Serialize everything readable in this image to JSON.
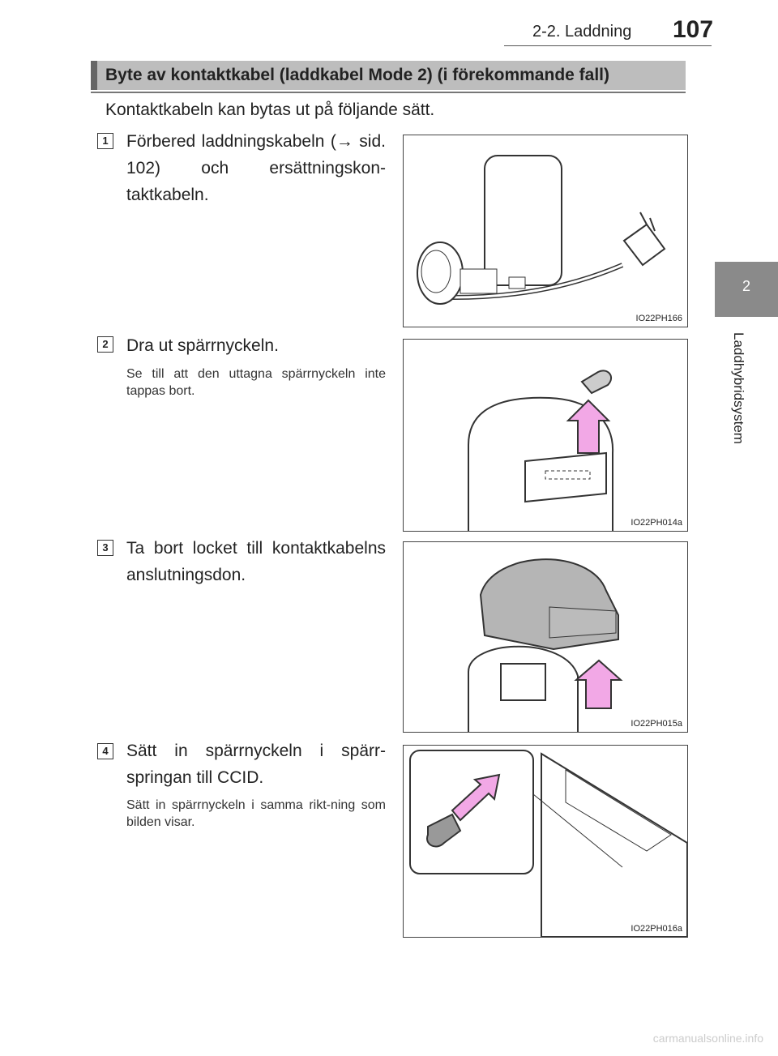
{
  "header": {
    "section": "2-2. Laddning",
    "page_number": "107"
  },
  "side_tab": {
    "chapter_number": "2",
    "chapter_title": "Laddhybridsystem"
  },
  "section": {
    "title": "Byte av kontaktkabel (laddkabel Mode 2) (i förekommande fall)",
    "intro": "Kontaktkabeln kan bytas ut på följande sätt."
  },
  "steps": [
    {
      "number": "1",
      "text": "Förbered laddningskabeln (→ sid. 102) och ersättningskon-taktkabeln.",
      "note": "",
      "figure_code": "IO22PH166"
    },
    {
      "number": "2",
      "text": "Dra ut spärrnyckeln.",
      "note": "Se till att den uttagna spärrnyckeln inte tappas bort.",
      "figure_code": "IO22PH014a"
    },
    {
      "number": "3",
      "text": "Ta bort locket till kontaktkabelns anslutningsdon.",
      "note": "",
      "figure_code": "IO22PH015a"
    },
    {
      "number": "4",
      "text": "Sätt in spärrnyckeln i spärr-springan till CCID.",
      "note": "Sätt in spärrnyckeln i samma rikt-ning som bilden visar.",
      "figure_code": "IO22PH016a"
    }
  ],
  "footer": {
    "watermark": "carmanualsonline.info"
  },
  "colors": {
    "arrow_pink": "#f2a8e6",
    "banner_gray": "#bdbdbd",
    "tab_gray": "#8a8a8a"
  }
}
